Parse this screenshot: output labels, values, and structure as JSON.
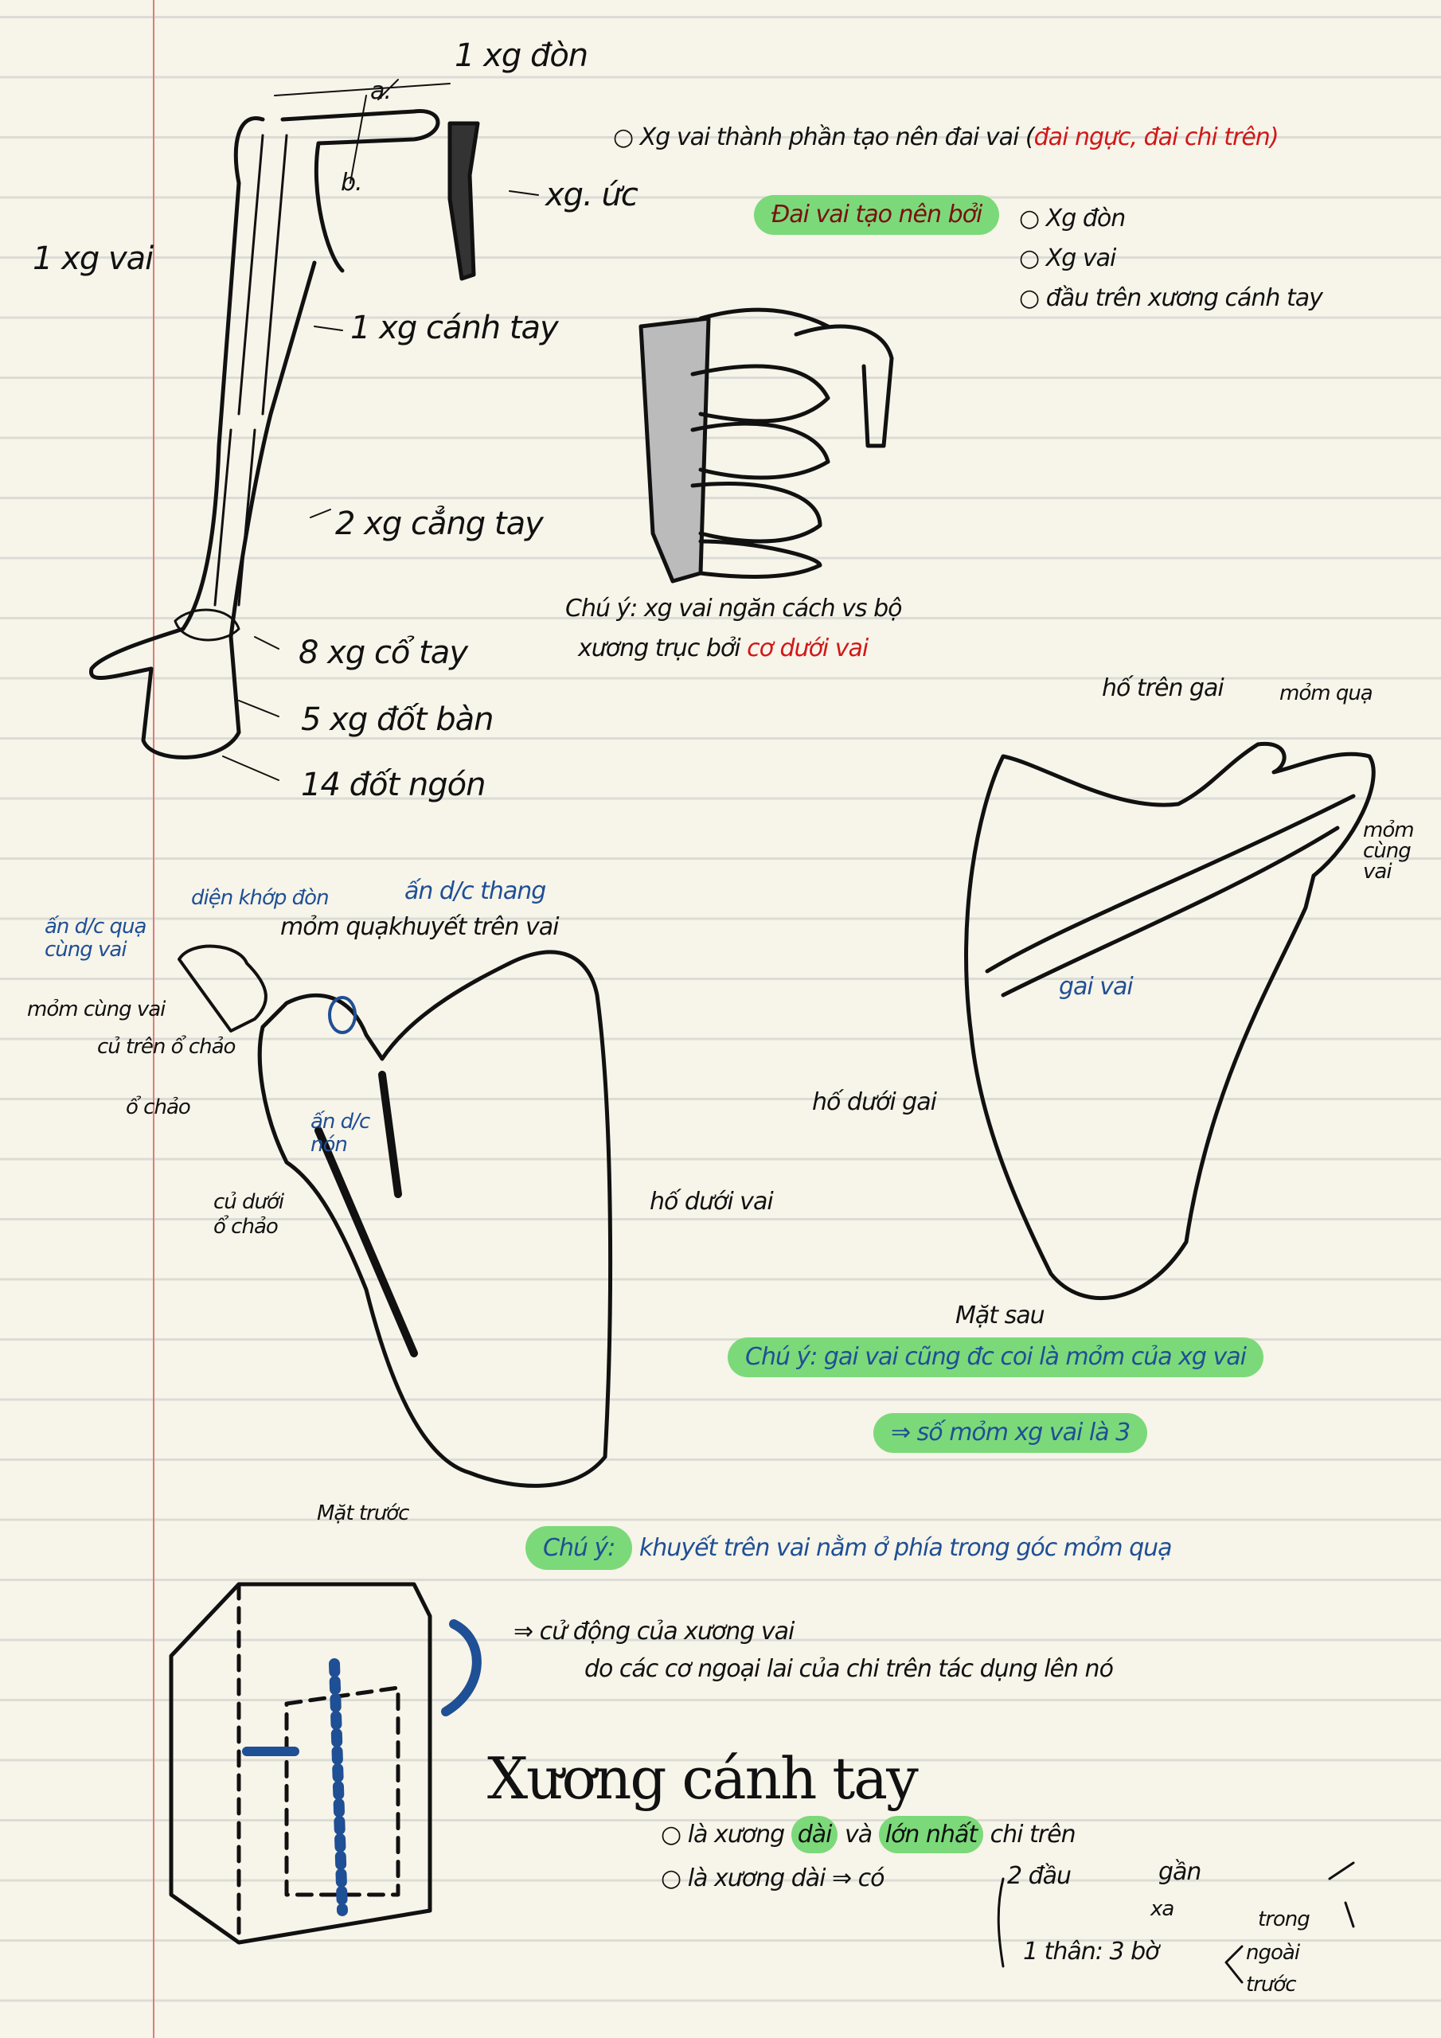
{
  "arm_labels": {
    "clavicle": "1 xg đòn",
    "a": "a.",
    "b": "b.",
    "sternum": "xg. ức",
    "scapula": "1 xg vai",
    "humerus": "1 xg cánh tay",
    "forearm": "2 xg cẳng tay",
    "carpal": "8 xg cổ tay",
    "metacarpal": "5 xg đốt bàn",
    "phalanges": "14 đốt ngón"
  },
  "girdle": {
    "bullet": "Xg vai thành phần tạo nên đai vai (",
    "bullet_red": "đai ngực, đai chi trên)",
    "highlight": "Đai vai tạo nên bởi",
    "items": [
      "Xg đòn",
      "Xg vai",
      "đầu trên xương cánh tay"
    ]
  },
  "rib_note": {
    "line1": "Chú ý: xg vai ngăn cách vs bộ",
    "line2": "xương trục bởi ",
    "line2_red": "cơ dưới vai"
  },
  "posterior": {
    "supraspinous": "hố trên gai",
    "acromion_top": "mỏm quạ",
    "acromion": [
      "mỏm",
      "cùng",
      "vai"
    ],
    "spine": "gai vai",
    "infraspinous": "hố dưới gai",
    "caption": "Mặt sau"
  },
  "anterior": {
    "acromion_coracoclavicular": [
      "ấn d/c quạ",
      "cùng vai"
    ],
    "clavicular_facet": "diện khớp đòn",
    "trapezoid": "ấn d/c thang",
    "coracoid": "mỏm quạ",
    "notch": "khuyết trên vai",
    "acromion": "mỏm cùng vai",
    "supraglenoid": "củ trên ổ chảo",
    "glenoid": "ổ chảo",
    "conoid": [
      "ấn d/c",
      "nón"
    ],
    "infraglenoid": [
      "củ dưới",
      "ổ chảo"
    ],
    "subscapular": "hố dưới vai",
    "caption": "Mặt trước"
  },
  "notes": {
    "note1": "Chú ý: gai vai cũng đc coi là mỏm của xg vai",
    "note2": "⇒ số mỏm xg vai là 3",
    "note3_label": "Chú ý:",
    "note3": "khuyết trên vai nằm ở phía trong góc mỏm quạ",
    "note4a": "⇒ cử động của xương vai",
    "note4b": "do các cơ ngoại lai của chi trên tác dụng lên nó"
  },
  "humerus": {
    "title": "Xương cánh tay",
    "b1_pre": "là xương ",
    "b1_hl1": "dài",
    "b1_mid": " và ",
    "b1_hl2": "lớn nhất",
    "b1_post": " chi trên",
    "b2": "là xương dài ⇒ có",
    "head": "2 đầu",
    "near": "gần",
    "far": "xa",
    "body": "1 thân: 3 bờ",
    "edges": [
      "trong",
      "ngoài",
      "trước"
    ]
  },
  "colors": {
    "highlight": "#7bd97a",
    "blue": "#1f4f95",
    "red": "#d01818"
  }
}
